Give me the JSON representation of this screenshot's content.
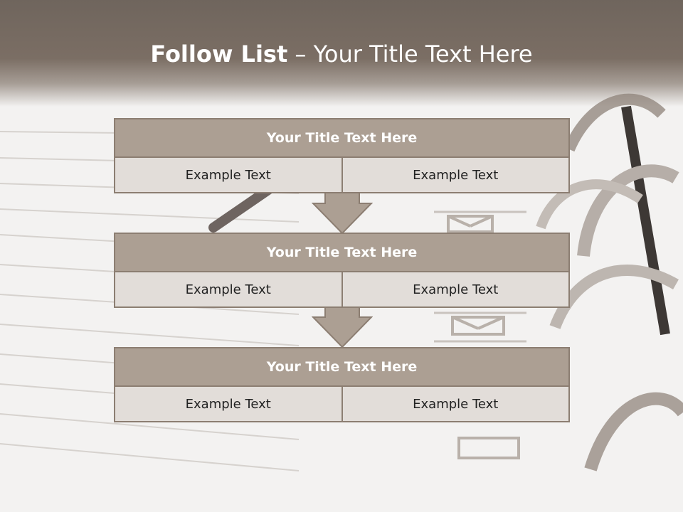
{
  "title": {
    "strong": "Follow List",
    "separator": "–",
    "light": "Your Title Text Here"
  },
  "steps": [
    {
      "header": "Your Title Text Here",
      "cells": [
        "Example Text",
        "Example Text"
      ]
    },
    {
      "header": "Your Title Text Here",
      "cells": [
        "Example Text",
        "Example Text"
      ]
    },
    {
      "header": "Your Title Text Here",
      "cells": [
        "Example Text",
        "Example Text"
      ]
    }
  ],
  "colors": {
    "header_band": "#7b6e64",
    "block_header": "#ac9f93",
    "block_cell": "#e2ddd9",
    "block_border": "#8c7e72",
    "arrow_fill": "#ac9f93"
  }
}
